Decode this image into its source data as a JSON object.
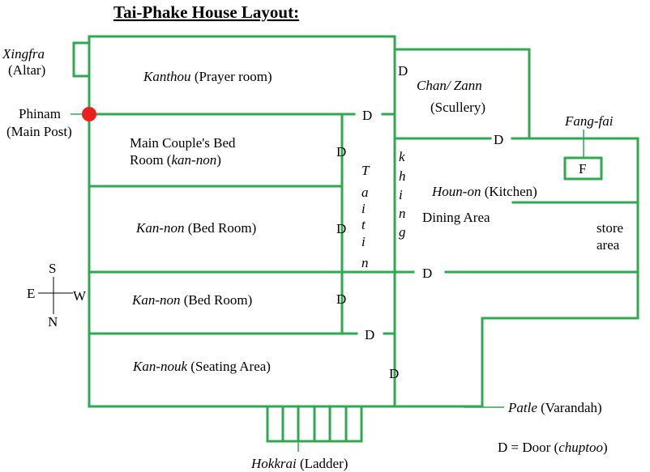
{
  "title": "Tai-Phake House Layout:",
  "altar": {
    "name": "Xingfra",
    "desc": "(Altar)"
  },
  "main_post": {
    "name": "Phinam",
    "desc": "(Main Post)"
  },
  "prayer_room": {
    "name": "Kanthou",
    "desc": " (Prayer room)"
  },
  "main_bedroom": {
    "line1": "Main Couple's Bed",
    "line2_prefix": "Room (",
    "line2_name": "kan-non",
    "line2_suffix": ")"
  },
  "bedroom_1": {
    "name": "Kan-non",
    "desc": " (Bed Room)"
  },
  "bedroom_2": {
    "name": "Kan-non",
    "desc": " (Bed Room)"
  },
  "seating": {
    "name": "Kan-nouk",
    "desc": " (Seating Area)"
  },
  "scullery": {
    "name": "Chan/ Zann",
    "desc": "(Scullery)"
  },
  "fireplace": {
    "name": "Fang-fai",
    "box": "F"
  },
  "kitchen": {
    "name": "Houn-on",
    "desc": " (Kitchen)"
  },
  "dining": "Dining Area",
  "store": {
    "line1": "store",
    "line2": "area"
  },
  "varandah": {
    "name": "Patle",
    "desc": " (Varandah)"
  },
  "ladder": {
    "name": "Hokkrai",
    "desc": " (Ladder)"
  },
  "legend": {
    "prefix": "D = Door (",
    "term": "chuptoo",
    "suffix": ")"
  },
  "taiting": [
    "T",
    "a",
    "i",
    "t",
    "i",
    "n"
  ],
  "khinig": [
    "k",
    "h",
    "i",
    "n",
    "g"
  ],
  "door_mark": "D",
  "compass": {
    "north": "N",
    "south": "S",
    "east": "E",
    "west": "W"
  },
  "colors": {
    "wall": "#2fa84f",
    "post": "#e8231f"
  }
}
